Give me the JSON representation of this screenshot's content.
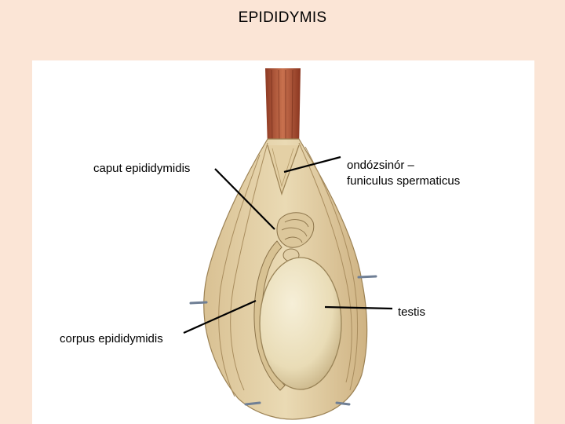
{
  "slide": {
    "title": "EPIDIDYMIS",
    "background_color": "#fbe5d6",
    "panel_color": "#ffffff"
  },
  "illustration": {
    "subject": "epididymis and testis within opened tunica vaginalis, spermatic cord above"
  },
  "labels": {
    "caput": "caput epididymidis",
    "funiculus_line1": "ondózsinór –",
    "funiculus_line2": "funiculus spermaticus",
    "testis": "testis",
    "corpus": "corpus epididymidis"
  },
  "colors": {
    "leader_line": "#000000",
    "cremaster": "#b5583c",
    "tissue": "#e9d5ad",
    "testis": "#efe6c8"
  }
}
